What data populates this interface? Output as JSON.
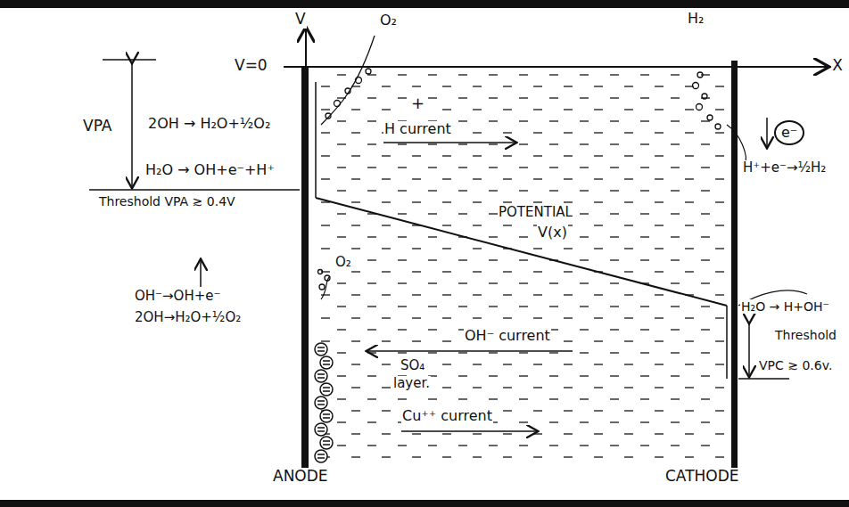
{
  "diagram": {
    "labels": [
      "V",
      "V=0",
      "O₂",
      "H₂",
      "X",
      "VPA",
      "2OH → H₂O+½O₂",
      "H₂O → OH+e⁻+H⁺",
      "Threshold VPA ≳ 0.4V",
      "+",
      "H current",
      "e⁻",
      "H⁺+e⁻→½H₂",
      "POTENTIAL",
      "V(x)",
      "O₂",
      "OH⁻→OH+e⁻",
      "2OH→H₂O+½O₂",
      "OH⁻ current",
      "H₂O → H+OH⁻",
      "Threshold",
      "VPC ≳ 0.6v.",
      "SO₄",
      "layer.",
      "Cu⁺⁺ current",
      "ANODE",
      "CATHODE"
    ]
  }
}
